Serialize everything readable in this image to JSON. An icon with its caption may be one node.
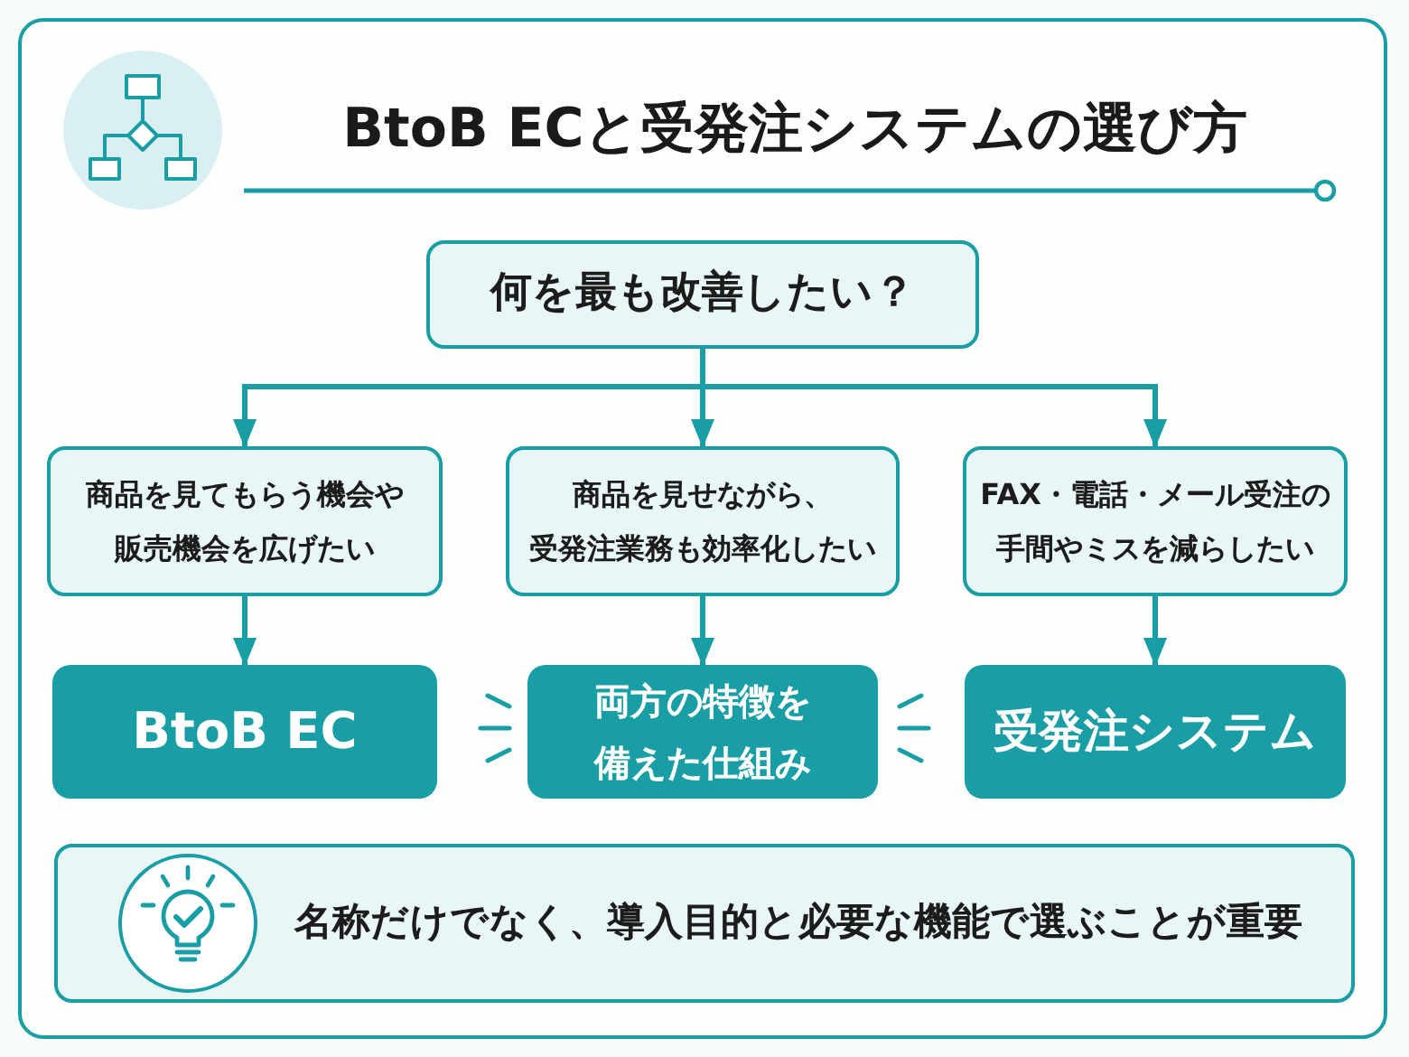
{
  "diagram": {
    "title": "BtoB ECと受発注システムの選び方",
    "nodes": [
      {
        "text": [
          "何を最も改善したい？"
        ]
      },
      {
        "text": [
          "商品を見てもらう機会や販売機会を広げたい"
        ]
      },
      {
        "text": [
          "商品を見せながら、受発注業務も効率化したい"
        ]
      },
      {
        "text": [
          "FAX・電話・メール受注の手間やミスを減らしたい"
        ]
      },
      {
        "text": [
          "BtoB EC"
        ]
      },
      {
        "text": [
          "両方の特徴を備えた仕組み"
        ]
      },
      {
        "text": [
          "受発注システム"
        ]
      },
      {
        "text": [
          "名称だけでなく、導入目的と必要な機能で選ぶことが重要"
        ]
      }
    ],
    "edges": [
      {
        "from": 0,
        "to": 1,
        "arrow": "to"
      },
      {
        "from": 0,
        "to": 2,
        "arrow": "to"
      },
      {
        "from": 0,
        "to": 3,
        "arrow": "to"
      },
      {
        "from": 1,
        "to": 4,
        "arrow": "to"
      },
      {
        "from": 2,
        "to": 5,
        "arrow": "to"
      },
      {
        "from": 3,
        "to": 6,
        "arrow": "to"
      }
    ]
  }
}
